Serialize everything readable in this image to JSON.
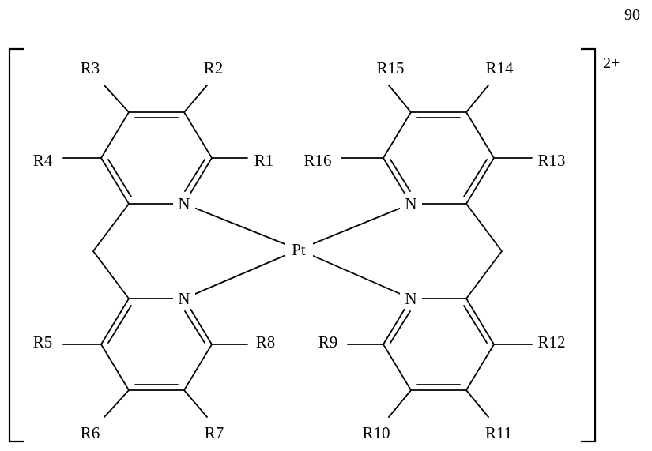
{
  "figure": {
    "number": "90",
    "charge": "2+"
  },
  "molecule": {
    "metal": "Pt",
    "nitrogen": "N",
    "substituents": {
      "R1": "R1",
      "R2": "R2",
      "R3": "R3",
      "R4": "R4",
      "R5": "R5",
      "R6": "R6",
      "R7": "R7",
      "R8": "R8",
      "R9": "R9",
      "R10": "R10",
      "R11": "R11",
      "R12": "R12",
      "R13": "R13",
      "R14": "R14",
      "R15": "R15",
      "R16": "R16"
    }
  }
}
